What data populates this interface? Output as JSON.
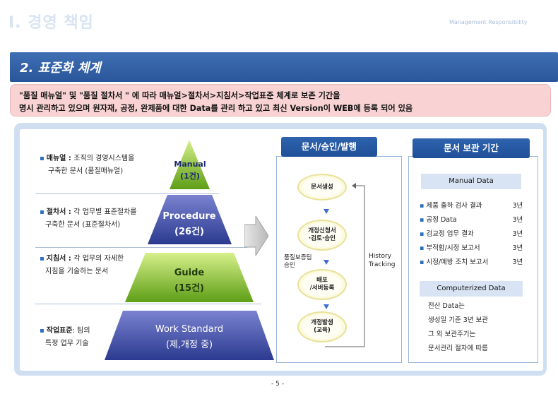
{
  "header": {
    "title": "I. 경영 책임",
    "subtitle": "Management Responsibility"
  },
  "section": {
    "title": "2. 표준화 체계"
  },
  "note": {
    "line1": "\"품질 매뉴얼\" 및 \"품질 절차서 \" 에 따라 매뉴얼>절차서>지침서>작업표준 체계로 보존 기간을",
    "line2": "명시 관리하고 있으며 원자재, 공정, 완제품에 대한 Data를 관리 하고 있고 최신 Version이 WEB에 등록 되어 있음"
  },
  "pyramid": {
    "tiers": [
      {
        "label": "Manual",
        "count": "(1건)",
        "desc_bold": "매뉴얼 : ",
        "desc_1": "조직의 경영시스템을",
        "desc_2": "구축한 문서  (품질매뉴얼)"
      },
      {
        "label": "Procedure",
        "count": "(26건)",
        "desc_bold": "절차서 : ",
        "desc_1": "각 업무별 표준절차를",
        "desc_2": "구축한 문서  (표준절차서)"
      },
      {
        "label": "Guide",
        "count": "(15건)",
        "desc_bold": "지침서 : ",
        "desc_1": "각 업무의  자세한",
        "desc_2": "지침을 기술하는 문서"
      },
      {
        "label": "Work Standard",
        "count": "(제,개정 중)",
        "desc_bold": "작업표준",
        "desc_1": ": 팀의",
        "desc_2": "특정 업무 기술"
      }
    ],
    "colors": {
      "blue_dark": "#2b3a8f",
      "blue_light": "#7a82d0",
      "green_dark": "#5e9e16",
      "green_light": "#c8ec7a"
    }
  },
  "flow": {
    "header": "문서/승인/발행",
    "steps": [
      "문서생성",
      "개정신청서\n·검토·승인",
      "배포\n/서버등록",
      "개정발생\n(교육)"
    ],
    "side_note": "품질보증팀\n승인",
    "loop_label": "History\nTracking"
  },
  "retention": {
    "header": "문서 보관 기간",
    "manual_header": "Manual Data",
    "manual_rows": [
      {
        "name": "제품 출하 검사 결과",
        "period": "3년"
      },
      {
        "name": "공정 Data",
        "period": "3년"
      },
      {
        "name": "검교정 업무 결과",
        "period": "3년"
      },
      {
        "name": "부적합/시정 보고서",
        "period": "3년"
      },
      {
        "name": "시정/예방 조치 보고서",
        "period": "3년"
      }
    ],
    "computerized_header": "Computerized Data",
    "computerized_lines": [
      "전산 Data는",
      "생성일 기준 3년 보관",
      "그 외 보관주기는",
      "문서관리 절차에 따름"
    ]
  },
  "footer": {
    "page": "- 5 -"
  }
}
